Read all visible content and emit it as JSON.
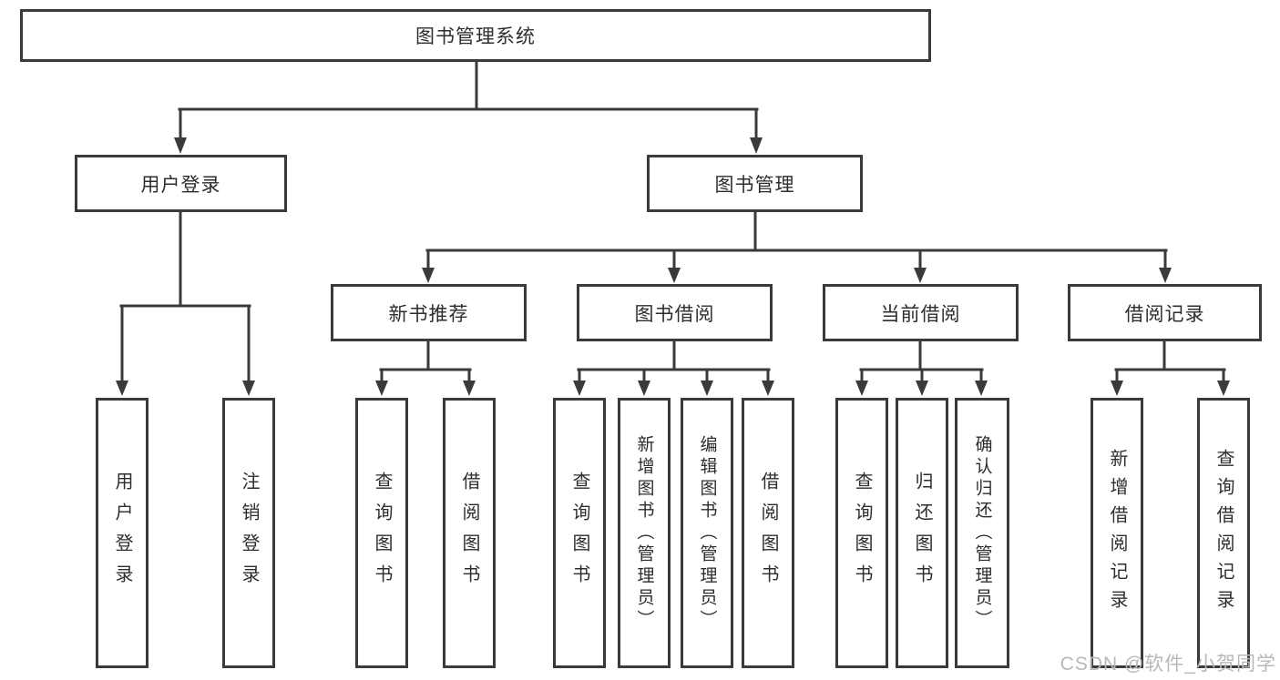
{
  "nodes": {
    "root": {
      "label": "图书管理系统"
    },
    "user_login": {
      "label": "用户登录"
    },
    "book_mgmt": {
      "label": "图书管理"
    },
    "new_book_rec": {
      "label": "新书推荐"
    },
    "book_borrow": {
      "label": "图书借阅"
    },
    "current_borrow": {
      "label": "当前借阅"
    },
    "borrow_records": {
      "label": "借阅记录"
    },
    "leaf_user_login": {
      "label": "用户登录"
    },
    "leaf_logout": {
      "label": "注销登录"
    },
    "leaf_rec_query_book": {
      "label": "查询图书"
    },
    "leaf_rec_borrow_book": {
      "label": "借阅图书"
    },
    "leaf_bb_query_book": {
      "label": "查询图书"
    },
    "leaf_bb_add_book": {
      "label": "新增图书（管理员）"
    },
    "leaf_bb_edit_book": {
      "label": "编辑图书（管理员）"
    },
    "leaf_bb_borrow_book": {
      "label": "借阅图书"
    },
    "leaf_cb_query_book": {
      "label": "查询图书"
    },
    "leaf_cb_return_book": {
      "label": "归还图书"
    },
    "leaf_cb_confirm_return": {
      "label": "确认归还（管理员）"
    },
    "leaf_br_add_record": {
      "label": "新增借阅记录"
    },
    "leaf_br_query_record": {
      "label": "查询借阅记录"
    }
  },
  "watermark": {
    "text": "CSDN @软件_小贺同学",
    "color": "#b8b8b8"
  },
  "colors": {
    "line": "#3a3a3a",
    "box_border": "#3a3a3a",
    "text": "#2d2d2d",
    "background": "#ffffff"
  }
}
